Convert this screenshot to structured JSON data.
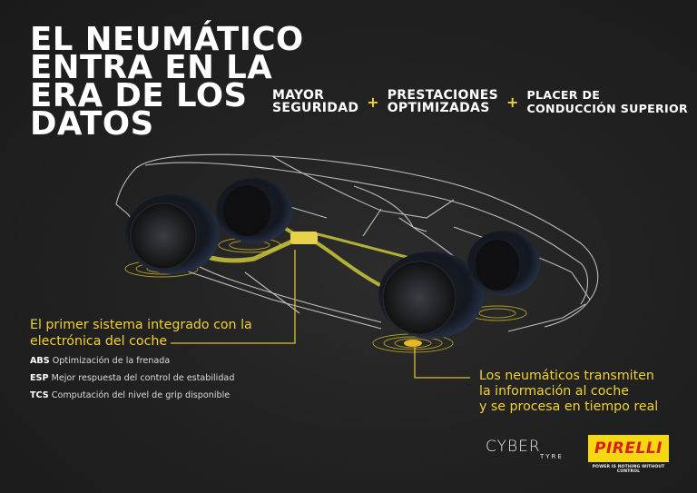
{
  "headline": {
    "lines": [
      "EL NEUMÁTICO",
      "ENTRA EN LA",
      "ERA DE LOS",
      "DATOS"
    ]
  },
  "benefits": [
    {
      "line1": "MAYOR",
      "line2": "SEGURIDAD"
    },
    {
      "line1": "PRESTACIONES",
      "line2": "OPTIMIZADAS"
    },
    {
      "line1": "PLACER DE",
      "line2": "CONDUCCIÓN SUPERIOR"
    }
  ],
  "plus_symbol": "+",
  "callout_integration": {
    "line1": "El primer sistema integrado con la",
    "line2": "electrónica del coche"
  },
  "features": [
    {
      "code": "ABS",
      "text": "Optimización de la frenada"
    },
    {
      "code": "ESP",
      "text": "Mejor respuesta del control de estabilidad"
    },
    {
      "code": "TCS",
      "text": "Computación del nivel de grip disponible"
    }
  ],
  "callout_transmission": {
    "line1": "Los neumáticos transmiten",
    "line2": "la información  al coche",
    "line3": "y se procesa en tiempo real"
  },
  "logos": {
    "cyber_word": "CYBER",
    "cyber_sub": "TYRE",
    "pirelli": "PIRELLI",
    "pirelli_slogan": "POWER IS NOTHING WITHOUT CONTROL"
  },
  "colors": {
    "background": "#1c1c1c",
    "accent_yellow": "#f2d230",
    "pirelli_yellow": "#f5d80f",
    "pirelli_red": "#d81e1e",
    "text_white": "#ffffff"
  }
}
